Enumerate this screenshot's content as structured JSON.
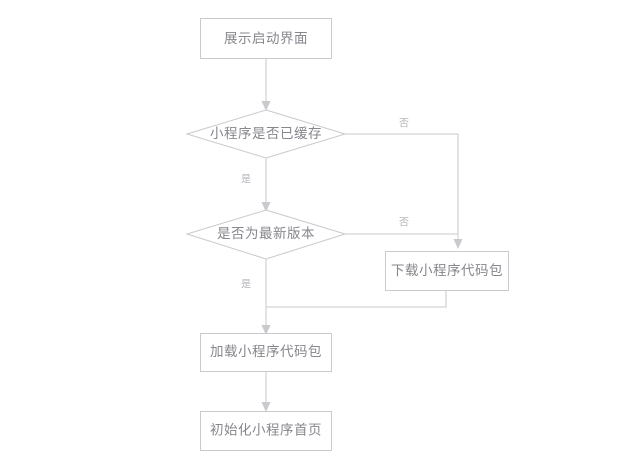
{
  "diagram": {
    "type": "flowchart",
    "title": "",
    "direction": "top-to-bottom",
    "colors": {
      "background": "#ffffff",
      "node_fill": "#ffffff",
      "node_stroke": "#c9c9ce",
      "node_text": "#86868d",
      "edge_stroke": "#c9c9ce",
      "edge_label_text": "#b4b4ba"
    },
    "nodes": [
      {
        "id": "n1",
        "shape": "rectangle",
        "label": "展示启动界面"
      },
      {
        "id": "n2",
        "shape": "diamond",
        "label": "小程序是否已缓存"
      },
      {
        "id": "n3",
        "shape": "diamond",
        "label": "是否为最新版本"
      },
      {
        "id": "n4",
        "shape": "rectangle",
        "label": "下载小程序代码包"
      },
      {
        "id": "n5",
        "shape": "rectangle",
        "label": "加载小程序代码包"
      },
      {
        "id": "n6",
        "shape": "rectangle",
        "label": "初始化小程序首页"
      }
    ],
    "edges": [
      {
        "id": "e1",
        "from": "n1",
        "to": "n2",
        "label": ""
      },
      {
        "id": "e2",
        "from": "n2",
        "to": "n3",
        "label": "是"
      },
      {
        "id": "e3",
        "from": "n2",
        "to": "n4",
        "label": "否"
      },
      {
        "id": "e4",
        "from": "n3",
        "to": "n5",
        "label": "是"
      },
      {
        "id": "e5",
        "from": "n3",
        "to": "n4",
        "label": "否"
      },
      {
        "id": "e6",
        "from": "n4",
        "to": "n5",
        "label": ""
      },
      {
        "id": "e7",
        "from": "n5",
        "to": "n6",
        "label": ""
      }
    ]
  }
}
